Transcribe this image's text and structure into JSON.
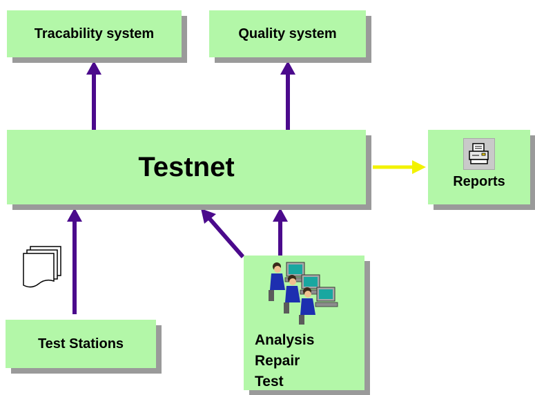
{
  "nodes": {
    "tracability": "Tracability system",
    "quality": "Quality system",
    "testnet": "Testnet",
    "reports": "Reports",
    "test_stations": "Test Stations",
    "analysis_lines": [
      "Analysis",
      "Repair",
      "Test"
    ]
  },
  "icons": {
    "reports": "printer-icon",
    "documents": "document-stack-icon",
    "workstations": "operators-at-workstations-icon"
  },
  "colors": {
    "box_fill": "#b3f7a8",
    "box_shadow": "#9a9a9a",
    "arrow_main": "#4b0a8c",
    "arrow_reports": "#f2f200"
  }
}
